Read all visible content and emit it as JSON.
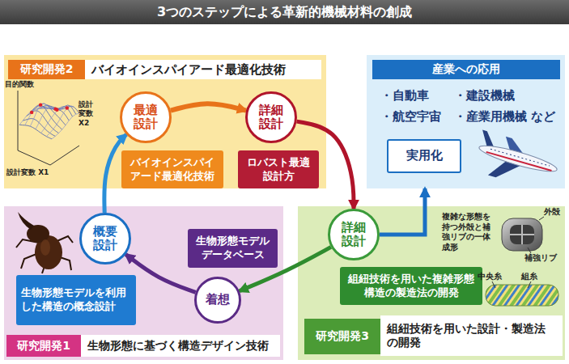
{
  "diagram": {
    "title": "3つのステップによる革新的機械材料の創成",
    "nodes": [
      {
        "text": [
          "研究開発2",
          "バイオインスパイアード最適化技術"
        ]
      },
      {
        "text": [
          "最適設計"
        ],
        "in": 0
      },
      {
        "text": [
          "詳細設計"
        ],
        "in": 0
      },
      {
        "text": [
          "バイオインスパイアード最適化技術"
        ],
        "in": 0
      },
      {
        "text": [
          "ロバスト最適設計方"
        ],
        "in": 0
      },
      {
        "text": [
          "産業への応用",
          "・自動車",
          "・建設機械",
          "・航空宇宙",
          "・産業用機械 など"
        ]
      },
      {
        "text": [
          "実用化"
        ],
        "in": 5
      },
      {
        "text": [
          "研究開発1",
          "生物形態に基づく構造デザイン技術"
        ]
      },
      {
        "text": [
          "概要設計"
        ],
        "in": 7
      },
      {
        "text": [
          "着想"
        ],
        "in": 7
      },
      {
        "text": [
          "生物形態モデルを利用した構造の概念設計"
        ],
        "in": 7
      },
      {
        "text": [
          "生物形態モデルデータベース"
        ],
        "in": 7
      },
      {
        "text": [
          "研究開発3",
          "組紐技術を用いた設計・製造法の開発"
        ]
      },
      {
        "text": [
          "詳細設計"
        ],
        "in": 12
      },
      {
        "text": [
          "組紐技術を用いた複雑形態構造の製造法の開発"
        ],
        "in": 12
      }
    ],
    "edges": [
      {
        "from": 1,
        "to": 2,
        "arrow": "to"
      },
      {
        "from": 2,
        "to": 13,
        "arrow": "to"
      },
      {
        "from": 13,
        "to": 5,
        "arrow": "to"
      },
      {
        "from": 13,
        "to": 9,
        "arrow": "to"
      },
      {
        "from": 9,
        "to": 8,
        "arrow": "to"
      },
      {
        "from": 8,
        "to": 1,
        "arrow": "to"
      }
    ],
    "labels": [
      "目的関数",
      "設計変数 X1",
      "設計変数 X2",
      "複雑な形態を持つ外殻と補強リブの一体成形",
      "外殻",
      "補強リブ",
      "中央糸",
      "組糸"
    ]
  }
}
